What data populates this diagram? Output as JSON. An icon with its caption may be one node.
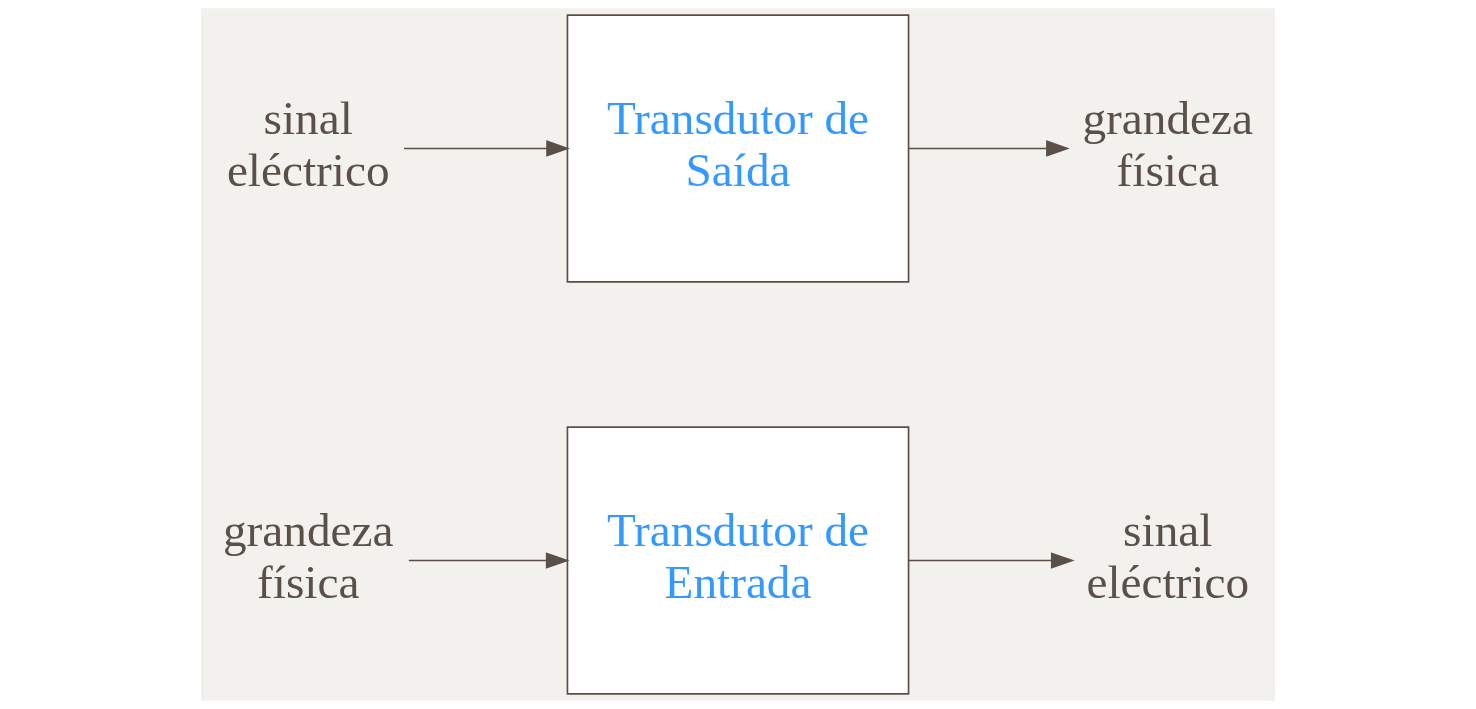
{
  "diagram": {
    "nodes": [
      {
        "text": [
          "grandeza física"
        ]
      },
      {
        "text": [
          "Transdutor de Entrada"
        ]
      },
      {
        "text": [
          "sinal eléctrico"
        ]
      },
      {
        "text": [
          "sinal eléctrico"
        ]
      },
      {
        "text": [
          "Transdutor de Saída"
        ]
      },
      {
        "text": [
          "grandeza física"
        ]
      }
    ],
    "edges": [
      {
        "from": 0,
        "to": 1,
        "arrow": "to"
      },
      {
        "from": 1,
        "to": 2,
        "arrow": "to"
      },
      {
        "from": 3,
        "to": 4,
        "arrow": "to"
      },
      {
        "from": 4,
        "to": 5,
        "arrow": "to"
      }
    ]
  }
}
